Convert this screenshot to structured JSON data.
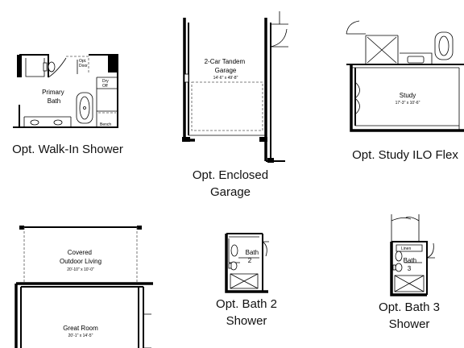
{
  "plans": [
    {
      "id": "walk-in-shower",
      "caption_lines": [
        "Opt. Walk-In Shower"
      ],
      "rooms": [
        {
          "name": "primary-bath",
          "lines": [
            "Primary",
            "Bath"
          ]
        }
      ],
      "labels": {
        "opt_door": [
          "Opt.",
          "Door"
        ],
        "dry_off": [
          "Dry",
          "Off"
        ],
        "bench": "Bench"
      }
    },
    {
      "id": "enclosed-garage",
      "caption_lines": [
        "Opt. Enclosed",
        "Garage"
      ],
      "rooms": [
        {
          "name": "tandem-garage",
          "lines": [
            "2-Car Tandem",
            "Garage"
          ],
          "dimension": "14'-6\" x 49'-8\""
        }
      ]
    },
    {
      "id": "study-ilo-flex",
      "caption_lines": [
        "Opt. Study ILO Flex"
      ],
      "rooms": [
        {
          "name": "study",
          "lines": [
            "Study"
          ],
          "dimension": "17'-3\" x 10'-6\""
        }
      ]
    },
    {
      "id": "covered-outdoor-living",
      "caption_lines": [],
      "rooms": [
        {
          "name": "covered-outdoor-living",
          "lines": [
            "Covered",
            "Outdoor Living"
          ],
          "dimension": "20'-10\" x 10'-0\""
        },
        {
          "name": "great-room",
          "lines": [
            "Great Room"
          ],
          "dimension": "20'-1\" x 14'-5\""
        }
      ]
    },
    {
      "id": "bath-2-shower",
      "caption_lines": [
        "Opt. Bath 2",
        "Shower"
      ],
      "rooms": [
        {
          "name": "bath-2",
          "lines": [
            "Bath",
            "2"
          ]
        }
      ]
    },
    {
      "id": "bath-3-shower",
      "caption_lines": [
        "Opt. Bath 3",
        "Shower"
      ],
      "rooms": [
        {
          "name": "bath-3",
          "lines": [
            "Bath",
            "3"
          ]
        }
      ],
      "labels": {
        "linen": "Linen"
      }
    }
  ]
}
